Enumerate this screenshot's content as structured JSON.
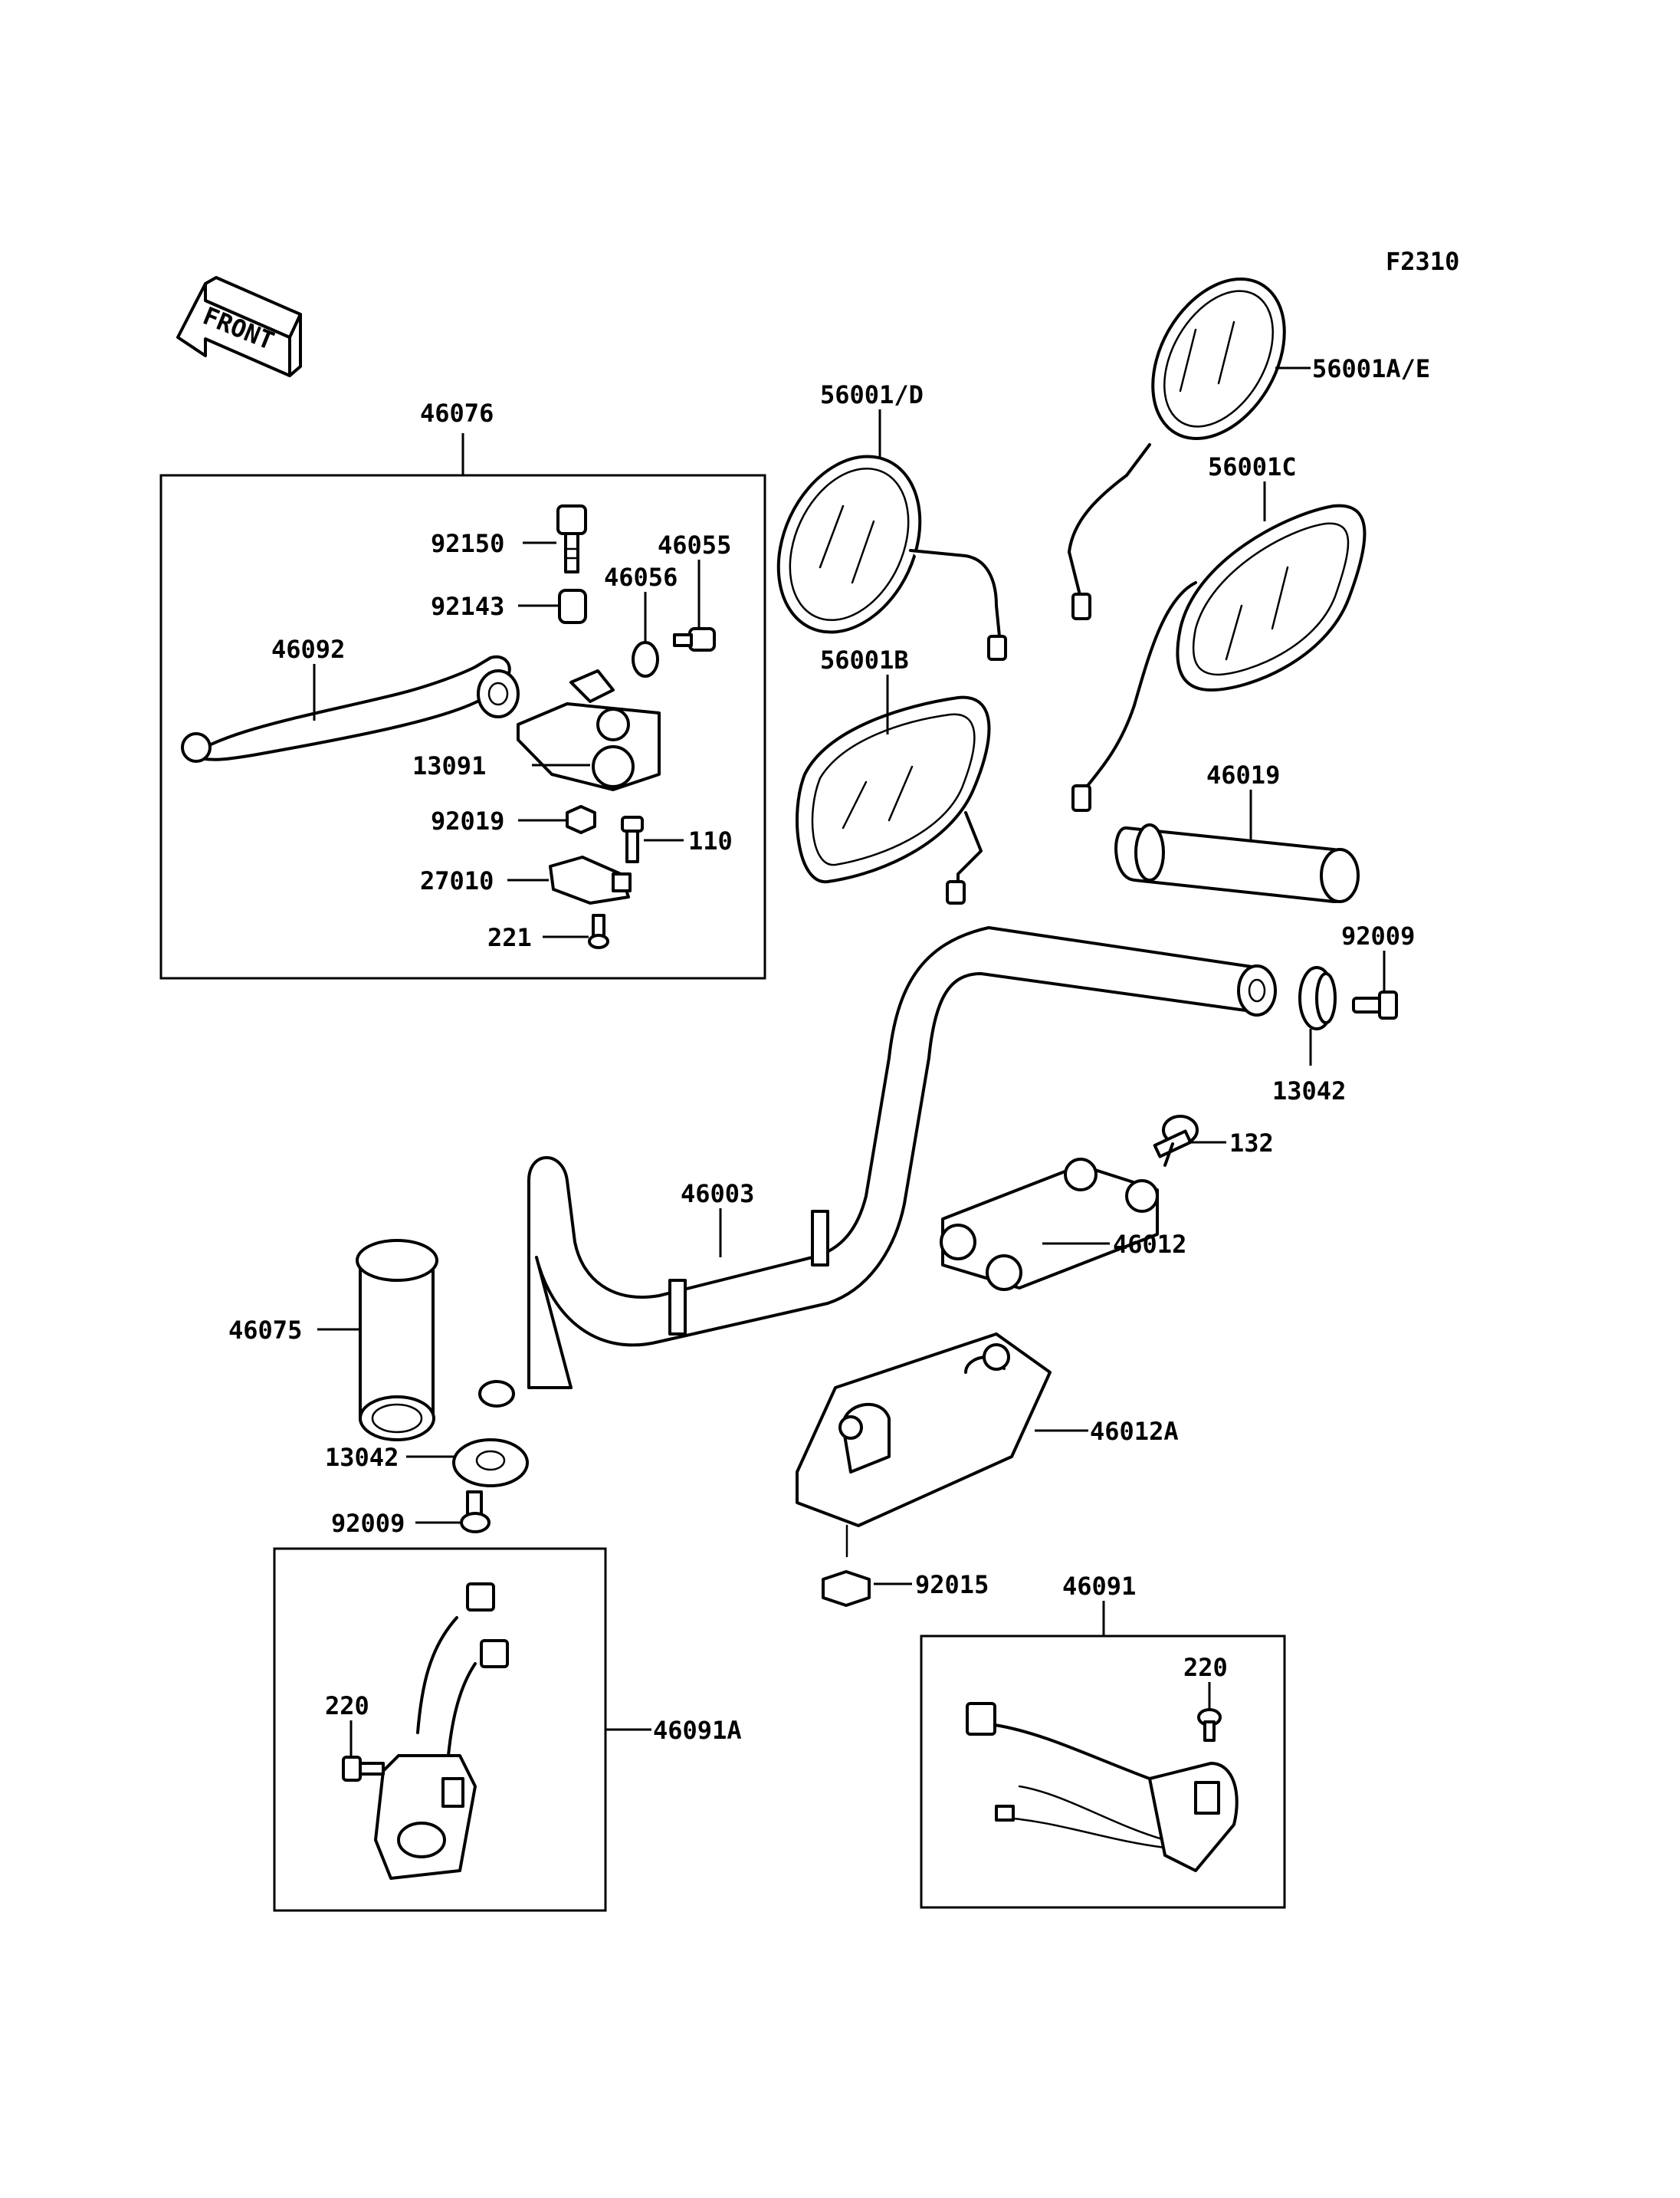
{
  "figure_code": "F2310",
  "front_label": "FRONT",
  "labels": {
    "l46076": "46076",
    "l92150": "92150",
    "l46055": "46055",
    "l46056": "46056",
    "l92143": "92143",
    "l46092": "46092",
    "l13091": "13091",
    "l92019": "92019",
    "l110": "110",
    "l27010": "27010",
    "l221": "221",
    "l56001D": "56001/D",
    "l56001B": "56001B",
    "l56001AE": "56001A/E",
    "l56001C": "56001C",
    "l46019": "46019",
    "l92009a": "92009",
    "l13042a": "13042",
    "l132": "132",
    "l46003": "46003",
    "l46012": "46012",
    "l46075": "46075",
    "l13042b": "13042",
    "l92009b": "92009",
    "l46012A": "46012A",
    "l92015": "92015",
    "l46091": "46091",
    "l220a": "220",
    "l46091A": "46091A",
    "l220b": "220"
  }
}
